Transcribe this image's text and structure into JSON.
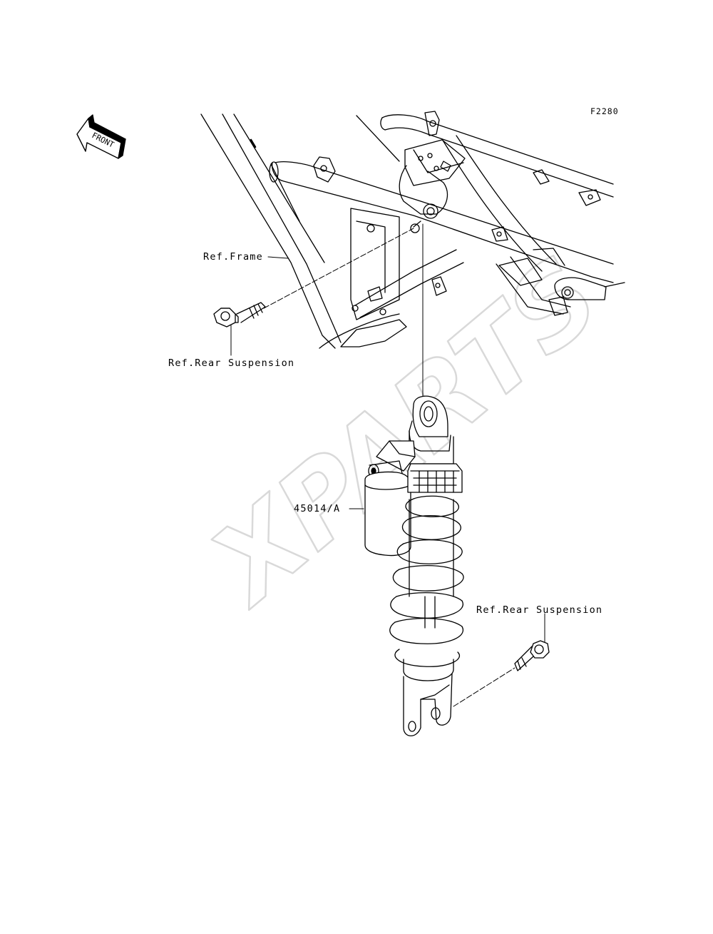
{
  "diagram": {
    "code": "F2280",
    "front_label": "FRONT",
    "watermark": "XPARTS",
    "labels": {
      "frame": "Ref.Frame",
      "rear_suspension_upper": "Ref.Rear Suspension",
      "part_number": "45014/A",
      "rear_suspension_lower": "Ref.Rear Suspension"
    }
  },
  "colors": {
    "line": "#000000",
    "watermark": "#d9d9d9",
    "background": "#ffffff"
  }
}
